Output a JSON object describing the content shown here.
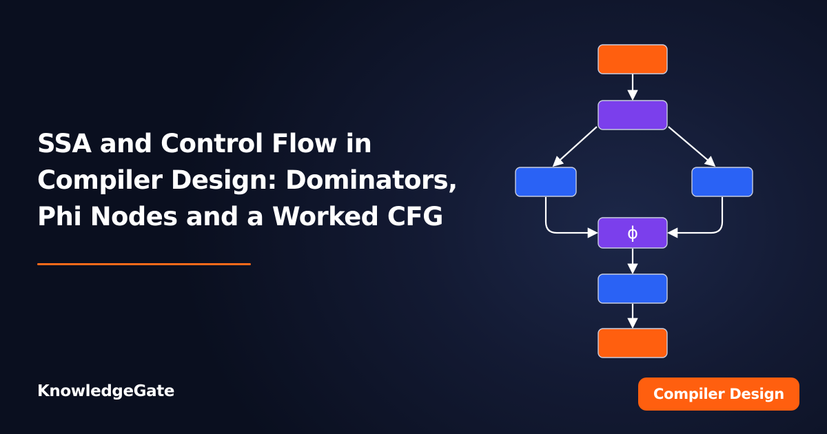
{
  "title_lines": [
    "SSA and Control Flow in",
    "Compiler Design: Dominators,",
    "Phi Nodes and a Worked CFG"
  ],
  "brand": "KnowledgeGate",
  "badge": "Compiler Design",
  "diagram": {
    "phi_label": "ϕ",
    "nodes": [
      {
        "id": "entry",
        "kind": "orange"
      },
      {
        "id": "branch",
        "kind": "purple"
      },
      {
        "id": "left",
        "kind": "blue"
      },
      {
        "id": "right",
        "kind": "blue"
      },
      {
        "id": "phi",
        "kind": "purple"
      },
      {
        "id": "after-phi",
        "kind": "blue"
      },
      {
        "id": "exit",
        "kind": "orange"
      }
    ],
    "edges": [
      [
        "entry",
        "branch"
      ],
      [
        "branch",
        "left"
      ],
      [
        "branch",
        "right"
      ],
      [
        "left",
        "phi"
      ],
      [
        "right",
        "phi"
      ],
      [
        "phi",
        "after-phi"
      ],
      [
        "after-phi",
        "exit"
      ]
    ]
  },
  "colors": {
    "orange": "#ff5f0f",
    "purple": "#7b3fec",
    "blue": "#2a62f5",
    "node_border": "#c8cde0",
    "arrow": "#ffffff",
    "accent_line": "#ff6a1a",
    "badge_bg": "#ff5f0f"
  }
}
